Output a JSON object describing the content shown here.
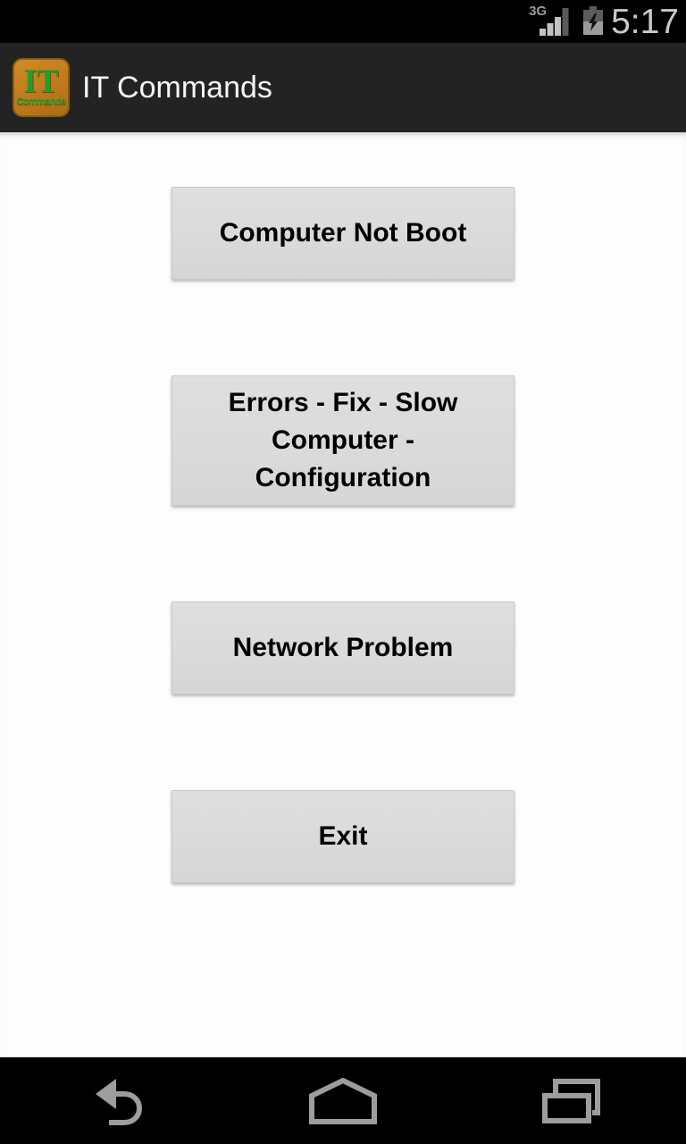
{
  "status_bar": {
    "network_label": "3G",
    "time": "5:17",
    "signal_icon": "signal-strength-3of4",
    "battery_icon": "battery-half-charging"
  },
  "action_bar": {
    "title": "IT Commands",
    "app_icon": {
      "line1": "IT",
      "line2": "Commands"
    }
  },
  "main": {
    "buttons": [
      {
        "label": "Computer Not Boot"
      },
      {
        "label": "Errors - Fix - Slow Computer - Configuration"
      },
      {
        "label": "Network Problem"
      },
      {
        "label": "Exit"
      }
    ]
  },
  "nav_bar": {
    "buttons": [
      {
        "icon": "back-icon"
      },
      {
        "icon": "home-icon"
      },
      {
        "icon": "recents-icon"
      }
    ]
  },
  "colors": {
    "status_bar_bg": "#000000",
    "action_bar_bg": "#232323",
    "content_bg": "#fdfdfe",
    "button_bg": "#d9d9d9",
    "button_text": "#000000",
    "title_text": "#f5f5f5",
    "time_text": "#c9c9c9",
    "nav_icon": "#9d9d9d",
    "app_icon_orange": "#c07a1c",
    "app_icon_green": "#1fa02c",
    "signal_lit": "#c2c2c2",
    "signal_dim": "#5a5a5a"
  }
}
